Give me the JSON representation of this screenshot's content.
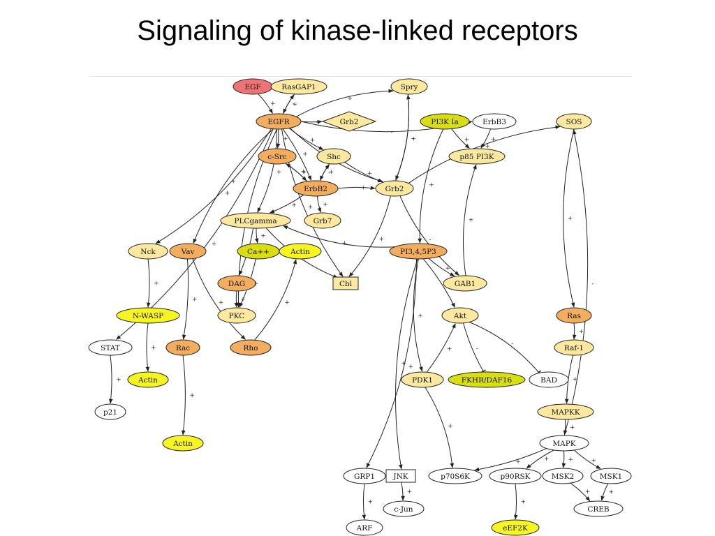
{
  "slide": {
    "title": "Signaling of kinase-linked receptors"
  },
  "colors": {
    "red": "#f07373",
    "orange": "#f2ad5e",
    "pale": "#fde8a0",
    "lime": "#d8de10",
    "yellow": "#f7f520",
    "white": "#ffffff",
    "edge": "#222222"
  },
  "nodes": [
    {
      "id": "EGF",
      "label": "EGF",
      "shape": "ellipse",
      "fill": "red"
    },
    {
      "id": "RasGAP1",
      "label": "RasGAP1",
      "shape": "ellipse",
      "fill": "pale"
    },
    {
      "id": "Spry",
      "label": "Spry",
      "shape": "ellipse",
      "fill": "pale"
    },
    {
      "id": "EGFR",
      "label": "EGFR",
      "shape": "ellipse",
      "fill": "orange"
    },
    {
      "id": "Grb2top",
      "label": "Grb2",
      "shape": "diamond",
      "fill": "pale"
    },
    {
      "id": "PI3KIa",
      "label": "PI3K Ia",
      "shape": "ellipse",
      "fill": "lime"
    },
    {
      "id": "ErbB3",
      "label": "ErbB3",
      "shape": "ellipse",
      "fill": "white"
    },
    {
      "id": "SOS",
      "label": "SOS",
      "shape": "ellipse",
      "fill": "pale"
    },
    {
      "id": "cSrc",
      "label": "c-Src",
      "shape": "ellipse",
      "fill": "orange"
    },
    {
      "id": "Shc",
      "label": "Shc",
      "shape": "ellipse",
      "fill": "pale"
    },
    {
      "id": "p85PI3K",
      "label": "p85 PI3K",
      "shape": "ellipse",
      "fill": "pale"
    },
    {
      "id": "ErbB2",
      "label": "ErbB2",
      "shape": "ellipse",
      "fill": "orange"
    },
    {
      "id": "Grb2",
      "label": "Grb2",
      "shape": "ellipse",
      "fill": "pale"
    },
    {
      "id": "PLCgamma",
      "label": "PLCgamma",
      "shape": "ellipse",
      "fill": "pale"
    },
    {
      "id": "Grb7",
      "label": "Grb7",
      "shape": "ellipse",
      "fill": "pale"
    },
    {
      "id": "Nck",
      "label": "Nck",
      "shape": "ellipse",
      "fill": "pale"
    },
    {
      "id": "Vav",
      "label": "Vav",
      "shape": "ellipse",
      "fill": "orange"
    },
    {
      "id": "Capp",
      "label": "Ca++",
      "shape": "ellipse",
      "fill": "lime"
    },
    {
      "id": "Actin1",
      "label": "Actin",
      "shape": "ellipse",
      "fill": "yellow"
    },
    {
      "id": "PIP3",
      "label": "PI3,4,5P3",
      "shape": "ellipse",
      "fill": "orange"
    },
    {
      "id": "DAG",
      "label": "DAG",
      "shape": "ellipse",
      "fill": "orange"
    },
    {
      "id": "Cbl",
      "label": "Cbl",
      "shape": "box",
      "fill": "pale"
    },
    {
      "id": "GAB1",
      "label": "GAB1",
      "shape": "ellipse",
      "fill": "pale"
    },
    {
      "id": "NWASP",
      "label": "N-WASP",
      "shape": "ellipse",
      "fill": "yellow"
    },
    {
      "id": "PKC",
      "label": "PKC",
      "shape": "ellipse",
      "fill": "pale"
    },
    {
      "id": "Akt",
      "label": "Akt",
      "shape": "ellipse",
      "fill": "pale"
    },
    {
      "id": "Ras",
      "label": "Ras",
      "shape": "ellipse",
      "fill": "orange"
    },
    {
      "id": "STAT",
      "label": "STAT",
      "shape": "ellipse",
      "fill": "white"
    },
    {
      "id": "Rac",
      "label": "Rac",
      "shape": "ellipse",
      "fill": "orange"
    },
    {
      "id": "Rho",
      "label": "Rho",
      "shape": "ellipse",
      "fill": "orange"
    },
    {
      "id": "Raf1",
      "label": "Raf-1",
      "shape": "ellipse",
      "fill": "pale"
    },
    {
      "id": "Actin2",
      "label": "Actin",
      "shape": "ellipse",
      "fill": "yellow"
    },
    {
      "id": "PDK1",
      "label": "PDK1",
      "shape": "ellipse",
      "fill": "pale"
    },
    {
      "id": "FKHR",
      "label": "FKHR/DAF16",
      "shape": "ellipse",
      "fill": "lime"
    },
    {
      "id": "BAD",
      "label": "BAD",
      "shape": "ellipse",
      "fill": "white"
    },
    {
      "id": "p21",
      "label": "p21",
      "shape": "ellipse",
      "fill": "white"
    },
    {
      "id": "MAPKK",
      "label": "MAPKK",
      "shape": "ellipse",
      "fill": "pale"
    },
    {
      "id": "Actin3",
      "label": "Actin",
      "shape": "ellipse",
      "fill": "yellow"
    },
    {
      "id": "MAPK",
      "label": "MAPK",
      "shape": "ellipse",
      "fill": "white"
    },
    {
      "id": "GRP1",
      "label": "GRP1",
      "shape": "ellipse",
      "fill": "white"
    },
    {
      "id": "JNK",
      "label": "JNK",
      "shape": "box",
      "fill": "white"
    },
    {
      "id": "p70S6K",
      "label": "p70S6K",
      "shape": "ellipse",
      "fill": "white"
    },
    {
      "id": "p90RSK",
      "label": "p90RSK",
      "shape": "ellipse",
      "fill": "white"
    },
    {
      "id": "MSK2",
      "label": "MSK2",
      "shape": "ellipse",
      "fill": "white"
    },
    {
      "id": "MSK1",
      "label": "MSK1",
      "shape": "ellipse",
      "fill": "white"
    },
    {
      "id": "cJun",
      "label": "c-Jun",
      "shape": "ellipse",
      "fill": "white"
    },
    {
      "id": "CREB",
      "label": "CREB",
      "shape": "ellipse",
      "fill": "white"
    },
    {
      "id": "ARF",
      "label": "ARF",
      "shape": "ellipse",
      "fill": "white"
    },
    {
      "id": "eEF2K",
      "label": "eEF2K",
      "shape": "ellipse",
      "fill": "yellow"
    }
  ],
  "edges": [
    {
      "from": "EGF",
      "to": "EGFR",
      "sign": "+"
    },
    {
      "from": "RasGAP1",
      "to": "EGFR",
      "sign": "-"
    },
    {
      "from": "EGFR",
      "to": "RasGAP1",
      "sign": "+"
    },
    {
      "from": "EGFR",
      "to": "Grb2top",
      "sign": "+"
    },
    {
      "from": "EGFR",
      "to": "Spry",
      "sign": "+"
    },
    {
      "from": "EGFR",
      "to": "ErbB3",
      "sign": "-"
    },
    {
      "from": "EGFR",
      "to": "cSrc",
      "sign": "+"
    },
    {
      "from": "EGFR",
      "to": "Shc",
      "sign": "+"
    },
    {
      "from": "EGFR",
      "to": "ErbB2",
      "sign": "+"
    },
    {
      "from": "EGFR",
      "to": "Grb2",
      "sign": "+"
    },
    {
      "from": "EGFR",
      "to": "PLCgamma",
      "sign": "+"
    },
    {
      "from": "EGFR",
      "to": "Cbl",
      "sign": "+"
    },
    {
      "from": "EGFR",
      "to": "Nck",
      "sign": "+"
    },
    {
      "from": "EGFR",
      "to": "Vav",
      "sign": "+"
    },
    {
      "from": "EGFR",
      "to": "STAT",
      "sign": "+"
    },
    {
      "from": "EGFR",
      "to": "PKC",
      "sign": "+"
    },
    {
      "from": "cSrc",
      "to": "ErbB2",
      "sign": "+"
    },
    {
      "from": "Shc",
      "to": "ErbB2",
      "sign": "+"
    },
    {
      "from": "ErbB2",
      "to": "Shc",
      "sign": "-"
    },
    {
      "from": "ErbB2",
      "to": "cSrc",
      "sign": "+"
    },
    {
      "from": "ErbB2",
      "to": "Grb2",
      "sign": "+"
    },
    {
      "from": "ErbB2",
      "to": "Grb7",
      "sign": "+"
    },
    {
      "from": "ErbB2",
      "to": "PLCgamma",
      "sign": "+"
    },
    {
      "from": "Shc",
      "to": "Grb2",
      "sign": "+"
    },
    {
      "from": "Spry",
      "to": "Grb2",
      "sign": "-"
    },
    {
      "from": "Grb2",
      "to": "Spry",
      "sign": "+"
    },
    {
      "from": "Grb2",
      "to": "SOS",
      "sign": "+"
    },
    {
      "from": "Grb2",
      "to": "GAB1",
      "sign": "-"
    },
    {
      "from": "Grb2",
      "to": "Cbl",
      "sign": "+"
    },
    {
      "from": "PI3KIa",
      "to": "p85PI3K",
      "sign": "+"
    },
    {
      "from": "ErbB3",
      "to": "p85PI3K",
      "sign": "+"
    },
    {
      "from": "PI3KIa",
      "to": "PIP3",
      "sign": "+"
    },
    {
      "from": "GAB1",
      "to": "p85PI3K",
      "sign": "+"
    },
    {
      "from": "PLCgamma",
      "to": "Capp",
      "sign": "+"
    },
    {
      "from": "PLCgamma",
      "to": "DAG",
      "sign": "+"
    },
    {
      "from": "PLCgamma",
      "to": "Cbl",
      "sign": "?"
    },
    {
      "from": "Capp",
      "to": "PKC",
      "sign": "+"
    },
    {
      "from": "DAG",
      "to": "PKC",
      "sign": "+"
    },
    {
      "from": "PIP3",
      "to": "PLCgamma",
      "sign": "+"
    },
    {
      "from": "PIP3",
      "to": "GAB1",
      "sign": "+"
    },
    {
      "from": "PIP3",
      "to": "Akt",
      "sign": "+"
    },
    {
      "from": "PIP3",
      "to": "PDK1",
      "sign": "+"
    },
    {
      "from": "PIP3",
      "to": "GRP1",
      "sign": "+"
    },
    {
      "from": "PIP3",
      "to": "JNK",
      "sign": "+"
    },
    {
      "from": "Nck",
      "to": "NWASP",
      "sign": "+"
    },
    {
      "from": "NWASP",
      "to": "Actin2",
      "sign": "+"
    },
    {
      "from": "Vav",
      "to": "Rac",
      "sign": "+"
    },
    {
      "from": "Vav",
      "to": "Rho",
      "sign": "+"
    },
    {
      "from": "Rac",
      "to": "Actin3",
      "sign": "+"
    },
    {
      "from": "Rho",
      "to": "Actin1",
      "sign": "+"
    },
    {
      "from": "STAT",
      "to": "p21",
      "sign": "+"
    },
    {
      "from": "PDK1",
      "to": "Akt",
      "sign": "+"
    },
    {
      "from": "PDK1",
      "to": "p70S6K",
      "sign": "+"
    },
    {
      "from": "Akt",
      "to": "FKHR",
      "sign": "-"
    },
    {
      "from": "Akt",
      "to": "BAD",
      "sign": "-"
    },
    {
      "from": "SOS",
      "to": "Ras",
      "sign": "+"
    },
    {
      "from": "Ras",
      "to": "Raf1",
      "sign": "+"
    },
    {
      "from": "Raf1",
      "to": "MAPKK",
      "sign": "+"
    },
    {
      "from": "MAPKK",
      "to": "MAPK",
      "sign": "+"
    },
    {
      "from": "MAPK",
      "to": "SOS",
      "sign": "-"
    },
    {
      "from": "MAPK",
      "to": "p70S6K",
      "sign": "+"
    },
    {
      "from": "MAPK",
      "to": "p90RSK",
      "sign": "+"
    },
    {
      "from": "MAPK",
      "to": "MSK2",
      "sign": "+"
    },
    {
      "from": "MAPK",
      "to": "MSK1",
      "sign": "+"
    },
    {
      "from": "MSK2",
      "to": "CREB",
      "sign": "+"
    },
    {
      "from": "MSK1",
      "to": "CREB",
      "sign": "+"
    },
    {
      "from": "JNK",
      "to": "cJun",
      "sign": "+"
    },
    {
      "from": "GRP1",
      "to": "ARF",
      "sign": "+"
    },
    {
      "from": "p90RSK",
      "to": "eEF2K",
      "sign": "+"
    }
  ]
}
